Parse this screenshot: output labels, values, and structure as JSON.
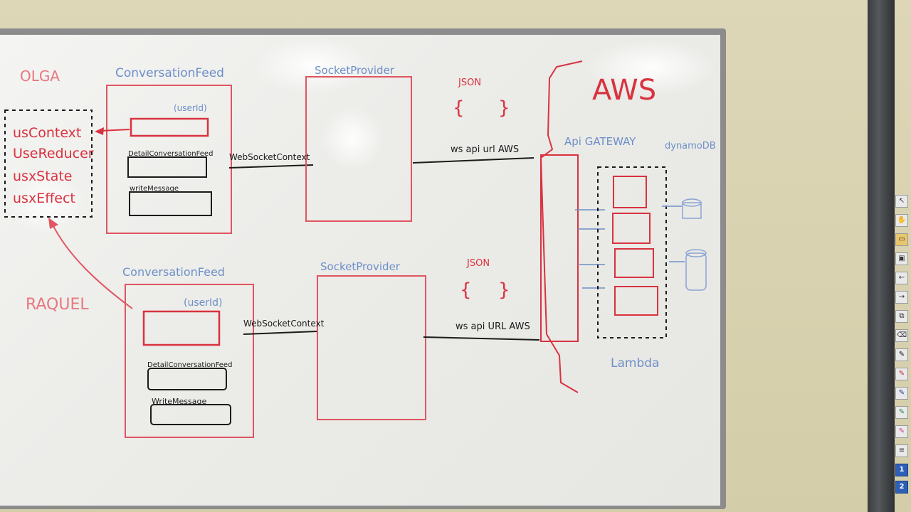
{
  "whiteboard": {
    "names": {
      "olga": "OLGA",
      "raquel": "RAQUEL"
    },
    "hooks": [
      "usContext",
      "UseReducer",
      "usxState",
      "usxEffect"
    ],
    "top_row": {
      "feed_title": "ConversationFeed",
      "user_id": "(userId)",
      "detail_label": "DetailConversationFeed",
      "write_label": "writeMessage",
      "link_label": "WebSocketContext",
      "provider_title": "SocketProvider",
      "json_label": "JSON",
      "brace_open": "{",
      "brace_close": "}",
      "api_label": "ws api url AWS"
    },
    "bottom_row": {
      "feed_title": "ConversationFeed",
      "user_id": "(userId)",
      "detail_label": "DetailConversationFeed",
      "write_label": "WriteMessage",
      "link_label": "WebSocketContext",
      "provider_title": "SocketProvider",
      "json_label": "JSON",
      "brace_open": "{",
      "brace_close": "}",
      "api_label": "ws api URL AWS"
    },
    "aws": {
      "title": "AWS",
      "gateway": "Api GATEWAY",
      "dynamo": "dynamoDB",
      "lambda": "Lambda"
    }
  },
  "colors": {
    "red_marker": "#d9323f",
    "blue_marker": "#6d8fc9",
    "black_marker": "#1b1b1b",
    "pink_marker": "#e8777f"
  },
  "toolbar": {
    "icons": [
      "pointer-icon",
      "hand-icon",
      "note-icon",
      "card-icon",
      "back-icon",
      "forward-icon",
      "copy-icon",
      "eraser-icon",
      "pen-black-icon",
      "pen-red-icon",
      "pen-blue-icon",
      "pen-green-icon",
      "pen-pink-icon",
      "stack-icon"
    ],
    "page_one": "1",
    "page_two": "2"
  }
}
